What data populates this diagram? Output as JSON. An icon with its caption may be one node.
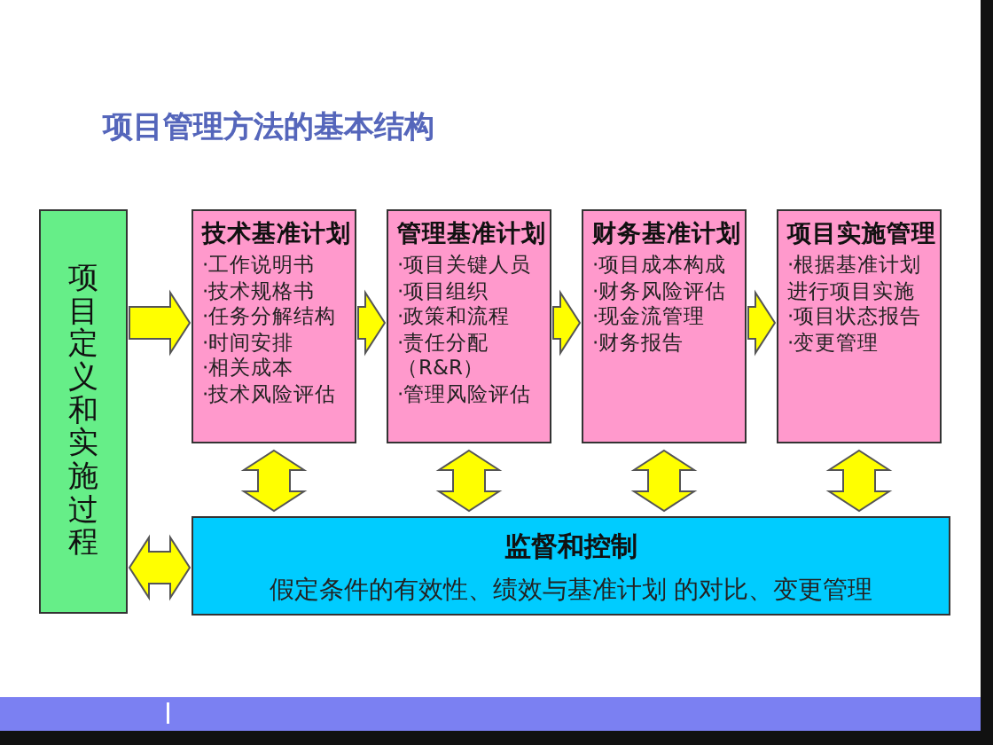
{
  "diagram": {
    "title": "项目管理方法的基本结构",
    "nodes": [
      {
        "text": [
          "项目定义和实施过程"
        ]
      },
      {
        "text": [
          "技术基准计划",
          "·工作说明书",
          "·技术规格书",
          "·任务分解结构",
          "·时间安排",
          "·相关成本",
          "·技术风险评估"
        ]
      },
      {
        "text": [
          "管理基准计划",
          "·项目关键人员",
          "·项目组织",
          "·政策和流程",
          "·责任分配（R&R）",
          "·管理风险评估"
        ]
      },
      {
        "text": [
          "财务基准计划",
          "·项目成本构成",
          "·财务风险评估",
          "·现金流管理",
          "·财务报告"
        ]
      },
      {
        "text": [
          "项目实施管理",
          "·根据基准计划进行项目实施",
          "·项目状态报告",
          "·变更管理"
        ]
      },
      {
        "text": [
          "监督和控制",
          "假定条件的有效性、绩效与基准计划 的对比、变更管理"
        ]
      }
    ],
    "edges": [
      {
        "from": 0,
        "to": 1,
        "arrow": "to"
      },
      {
        "from": 1,
        "to": 2,
        "arrow": "to"
      },
      {
        "from": 2,
        "to": 3,
        "arrow": "to"
      },
      {
        "from": 3,
        "to": 4,
        "arrow": "to"
      },
      {
        "from": 1,
        "to": 5,
        "arrow": "both"
      },
      {
        "from": 2,
        "to": 5,
        "arrow": "both"
      },
      {
        "from": 3,
        "to": 5,
        "arrow": "both"
      },
      {
        "from": 4,
        "to": 5,
        "arrow": "both"
      },
      {
        "from": 0,
        "to": 5,
        "arrow": "both"
      }
    ]
  }
}
